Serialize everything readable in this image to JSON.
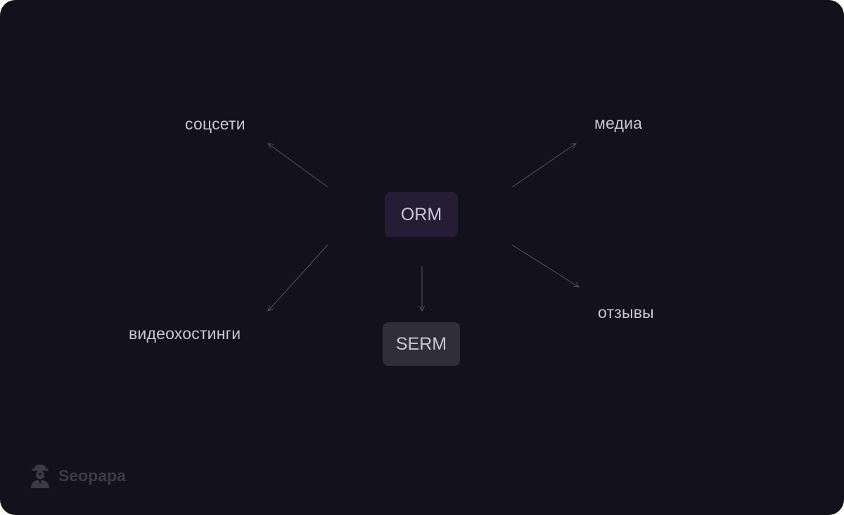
{
  "diagram": {
    "center": {
      "label": "ORM"
    },
    "child": {
      "label": "SERM"
    },
    "channels": {
      "social": "соцсети",
      "media": "медиа",
      "video": "видеохостинги",
      "reviews": "отзывы"
    }
  },
  "brand": {
    "name": "Seopapa",
    "icon": "detective-icon"
  },
  "colors": {
    "background": "#13111b",
    "text": "#c9c7d2",
    "orm_node": "#241d33",
    "serm_node": "#302e38",
    "connector": "#55535e",
    "brand": "#3c3a45"
  }
}
